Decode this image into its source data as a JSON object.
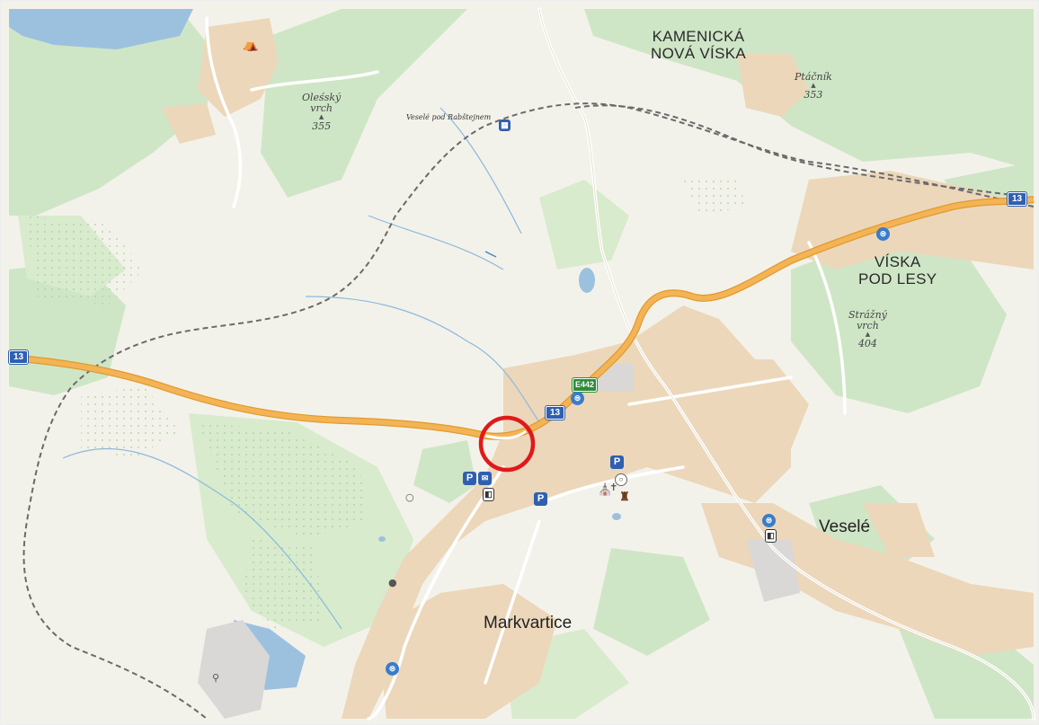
{
  "places": {
    "kamenicka_line1": "KAMENICKÁ",
    "kamenicka_line2": "NOVÁ VÍSKA",
    "viska_line1": "VÍSKA",
    "viska_line2": "POD LESY",
    "vesele": "Veselé",
    "markvartice": "Markvartice"
  },
  "peaks": {
    "olessky_name1": "Oleśský",
    "olessky_name2": "vrch",
    "olessky_elev": "355",
    "ptacnik_name": "Ptáčník",
    "ptacnik_elev": "353",
    "strazny_name1": "Strážný",
    "strazny_name2": "vrch",
    "strazny_elev": "404"
  },
  "station": {
    "name": "Veselé pod Rabštejnem"
  },
  "roads": {
    "shield_13": "13",
    "shield_e442": "E442"
  },
  "poi": {
    "parking": "P",
    "bus": "🚌",
    "post": "✉",
    "tent": "⛺"
  },
  "colors": {
    "road_primary": "#f4b455",
    "road_outline": "#e09a2e",
    "railway": "#555555",
    "water": "#9cc1df",
    "forest": "#cfe6c6",
    "settlement": "#ecd7ba",
    "highlight_circle": "#e0191b",
    "shield_blue": "#2f5fb0",
    "shield_green": "#2e8b3a"
  },
  "icons": {
    "bus_stop": "bus-stop-icon",
    "parking": "parking-icon",
    "post_office": "mail-icon",
    "church": "church-icon",
    "castle": "castle-icon",
    "camp": "tent-icon",
    "railway_station": "train-station-icon",
    "summit": "summit-triangle-icon"
  }
}
